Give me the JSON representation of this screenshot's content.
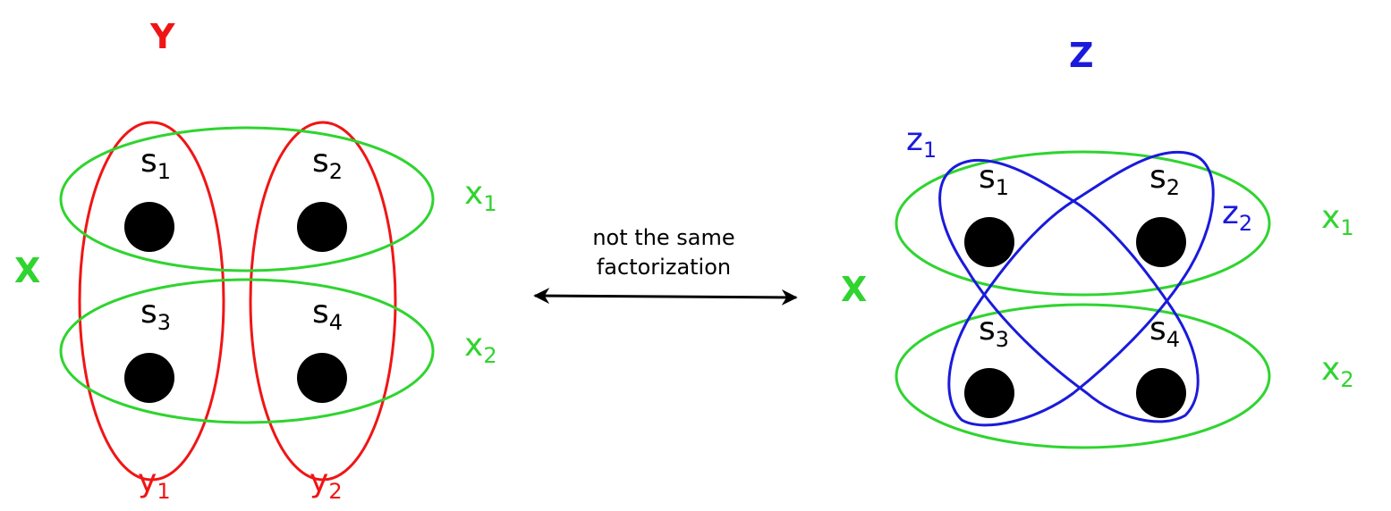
{
  "colors": {
    "x_partition": "#2fd42f",
    "y_partition": "#f01515",
    "z_partition": "#1a1adc",
    "point": "#000000",
    "arrow": "#000000"
  },
  "left": {
    "y_title": "Y",
    "x_title": "X",
    "states": [
      {
        "base": "s",
        "sub": "1"
      },
      {
        "base": "s",
        "sub": "2"
      },
      {
        "base": "s",
        "sub": "3"
      },
      {
        "base": "s",
        "sub": "4"
      }
    ],
    "x_parts": [
      {
        "base": "x",
        "sub": "1"
      },
      {
        "base": "x",
        "sub": "2"
      }
    ],
    "y_parts": [
      {
        "base": "y",
        "sub": "1"
      },
      {
        "base": "y",
        "sub": "2"
      }
    ]
  },
  "middle": {
    "line1": "not the same",
    "line2": "factorization"
  },
  "right": {
    "z_title": "Z",
    "x_title": "X",
    "states": [
      {
        "base": "s",
        "sub": "1"
      },
      {
        "base": "s",
        "sub": "2"
      },
      {
        "base": "s",
        "sub": "3"
      },
      {
        "base": "s",
        "sub": "4"
      }
    ],
    "x_parts": [
      {
        "base": "x",
        "sub": "1"
      },
      {
        "base": "x",
        "sub": "2"
      }
    ],
    "z_parts": [
      {
        "base": "z",
        "sub": "1"
      },
      {
        "base": "z",
        "sub": "2"
      }
    ]
  }
}
